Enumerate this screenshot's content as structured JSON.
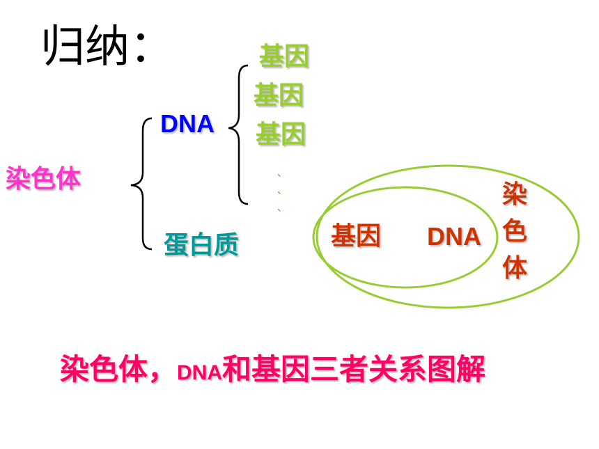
{
  "title": "归纳：",
  "chromosome_label": "染色体",
  "dna_label": "DNA",
  "protein_label": "蛋白质",
  "genes": [
    "基因",
    "基因",
    "基因"
  ],
  "ellipsis_marks": [
    "、",
    "、",
    "、"
  ],
  "venn": {
    "gene": "基因",
    "dna": "DNA",
    "chromosome_chars": [
      "染",
      "色",
      "体"
    ]
  },
  "caption": {
    "part1": "染色体，",
    "part2": "DNA",
    "part3": "和基因三者关系图解"
  },
  "colors": {
    "chromosome": "#ff33cc",
    "dna": "#0000ff",
    "gene": "#99cc33",
    "protein": "#009999",
    "venn_text": "#cc3300",
    "venn_ellipse": "#99cc33",
    "caption": "#ff0066"
  }
}
